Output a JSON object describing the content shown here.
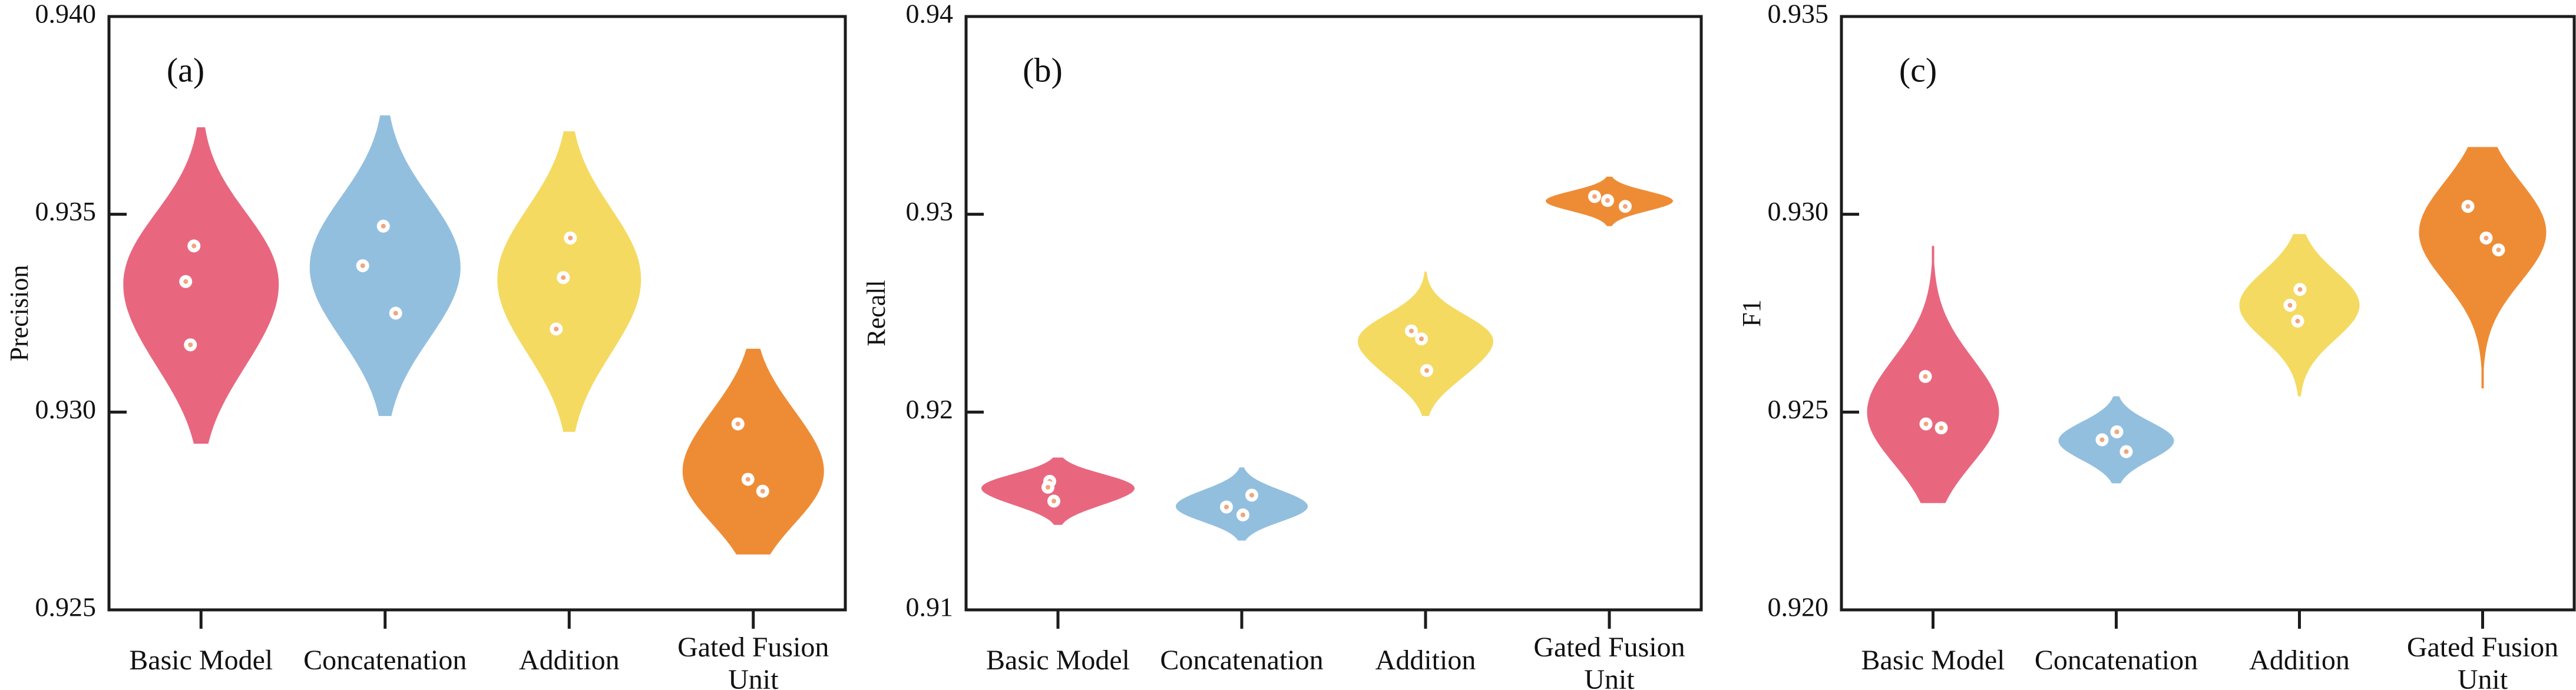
{
  "figure": {
    "description": "Three violin plots comparing ablation variants",
    "panel_count": 3
  },
  "colors": {
    "frame": "#1c1c1c",
    "tick": "#1c1c1c",
    "text": "#111111",
    "point_face": "#ffffff",
    "point_center": "#f2a57d",
    "violin_fills": {
      "Basic Model": "#e8677f",
      "Concatenation": "#93bfdf",
      "Addition": "#f5da62",
      "Gated Fusion Unit": "#ee8c35"
    }
  },
  "chart_data": [
    {
      "type": "violin",
      "panel_label": "(a)",
      "ylabel": "Precision",
      "ylim": [
        0.925,
        0.94
      ],
      "yticks": [
        0.925,
        0.93,
        0.935,
        0.94
      ],
      "ytick_labels": [
        "0.925",
        "0.930",
        "0.935",
        "0.940"
      ],
      "grid": false,
      "categories": [
        "Basic Model",
        "Concatenation",
        "Addition",
        "Gated Fusion Unit"
      ],
      "series": [
        {
          "name": "Basic Model",
          "points": [
            0.9342,
            0.9333,
            0.9317
          ],
          "range": [
            0.9292,
            0.9372
          ],
          "bandwidth": 0.0014,
          "halfwidth": 132,
          "jitter": [
            -12,
            -26,
            -18
          ]
        },
        {
          "name": "Concatenation",
          "points": [
            0.9347,
            0.9337,
            0.9325
          ],
          "range": [
            0.9299,
            0.9375
          ],
          "bandwidth": 0.0014,
          "halfwidth": 128,
          "jitter": [
            -3,
            -38,
            18
          ]
        },
        {
          "name": "Addition",
          "points": [
            0.9344,
            0.9334,
            0.9321
          ],
          "range": [
            0.9295,
            0.9371
          ],
          "bandwidth": 0.0014,
          "halfwidth": 122,
          "jitter": [
            2,
            -10,
            -22
          ]
        },
        {
          "name": "Gated Fusion Unit",
          "points": [
            0.9297,
            0.9283,
            0.928
          ],
          "range": [
            0.9264,
            0.9316
          ],
          "bandwidth": 0.0011,
          "halfwidth": 120,
          "jitter": [
            -26,
            -9,
            16
          ]
        }
      ]
    },
    {
      "type": "violin",
      "panel_label": "(b)",
      "ylabel": "Recall",
      "ylim": [
        0.91,
        0.94
      ],
      "yticks": [
        0.91,
        0.92,
        0.93,
        0.94
      ],
      "ytick_labels": [
        "0.91",
        "0.92",
        "0.93",
        "0.94"
      ],
      "grid": false,
      "categories": [
        "Basic Model",
        "Concatenation",
        "Addition",
        "Gated Fusion Unit"
      ],
      "series": [
        {
          "name": "Basic Model",
          "points": [
            0.9165,
            0.9162,
            0.9155
          ],
          "range": [
            0.9143,
            0.9177
          ],
          "bandwidth": 0.00058,
          "halfwidth": 130,
          "jitter": [
            -14,
            -17,
            -7
          ]
        },
        {
          "name": "Concatenation",
          "points": [
            0.9158,
            0.9152,
            0.9148
          ],
          "range": [
            0.9135,
            0.9172
          ],
          "bandwidth": 0.00062,
          "halfwidth": 112,
          "jitter": [
            17,
            -26,
            2
          ]
        },
        {
          "name": "Addition",
          "points": [
            0.9241,
            0.9237,
            0.9221
          ],
          "range": [
            0.9198,
            0.9271
          ],
          "bandwidth": 0.0011,
          "halfwidth": 115,
          "jitter": [
            -24,
            -7,
            2
          ]
        },
        {
          "name": "Gated Fusion Unit",
          "points": [
            0.9309,
            0.9307,
            0.9304
          ],
          "range": [
            0.9294,
            0.9319
          ],
          "bandwidth": 0.00045,
          "halfwidth": 108,
          "jitter": [
            -25,
            -3,
            27
          ]
        }
      ]
    },
    {
      "type": "violin",
      "panel_label": "(c)",
      "ylabel": "F1",
      "ylim": [
        0.92,
        0.935
      ],
      "yticks": [
        0.92,
        0.925,
        0.93,
        0.935
      ],
      "ytick_labels": [
        "0.920",
        "0.925",
        "0.930",
        "0.935"
      ],
      "grid": false,
      "categories": [
        "Basic Model",
        "Concatenation",
        "Addition",
        "Gated Fusion Unit"
      ],
      "series": [
        {
          "name": "Basic Model",
          "points": [
            0.9259,
            0.9247,
            0.9246
          ],
          "range": [
            0.9227,
            0.9292
          ],
          "bandwidth": 0.00115,
          "halfwidth": 112,
          "jitter": [
            -13,
            -12,
            14
          ]
        },
        {
          "name": "Concatenation",
          "points": [
            0.9245,
            0.9243,
            0.924
          ],
          "range": [
            0.9232,
            0.9254
          ],
          "bandwidth": 0.00042,
          "halfwidth": 98,
          "jitter": [
            1,
            -24,
            17
          ]
        },
        {
          "name": "Addition",
          "points": [
            0.9281,
            0.9277,
            0.9273
          ],
          "range": [
            0.9254,
            0.9295
          ],
          "bandwidth": 0.00078,
          "halfwidth": 102,
          "jitter": [
            1,
            -16,
            -3
          ]
        },
        {
          "name": "Gated Fusion Unit",
          "points": [
            0.9302,
            0.9294,
            0.9291
          ],
          "range": [
            0.9256,
            0.9317
          ],
          "bandwidth": 0.00115,
          "halfwidth": 108,
          "jitter": [
            -25,
            6,
            27
          ]
        }
      ]
    }
  ]
}
